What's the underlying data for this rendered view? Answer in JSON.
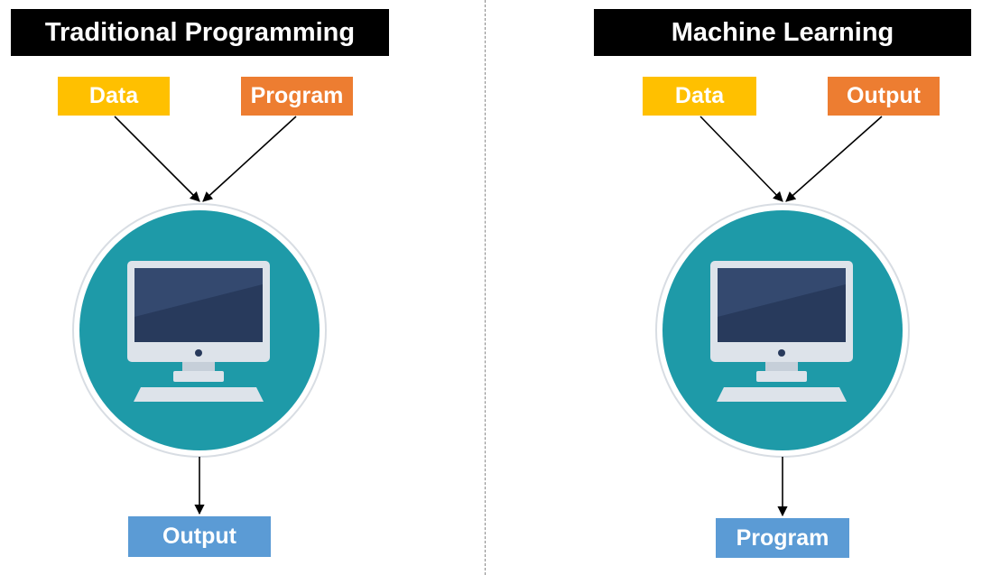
{
  "colors": {
    "title_bg": "#000000",
    "data_box": "#FFC000",
    "input_box": "#ED7D31",
    "result_box": "#5B9BD5",
    "computer_circle": "#1E9AA8",
    "arrow": "#000000"
  },
  "panels": [
    {
      "title": "Traditional Programming",
      "input_1": "Data",
      "input_2": "Program",
      "result": "Output",
      "icon": "desktop-computer-icon"
    },
    {
      "title": "Machine Learning",
      "input_1": "Data",
      "input_2": "Output",
      "result": "Program",
      "icon": "desktop-computer-icon"
    }
  ]
}
